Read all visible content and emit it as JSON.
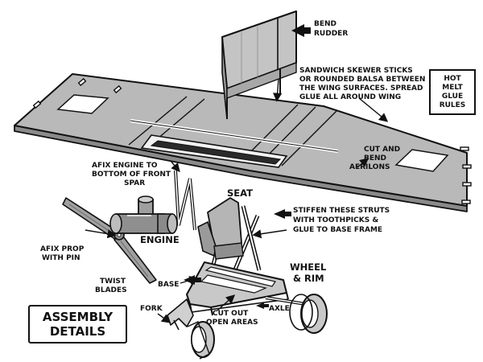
{
  "colors": {
    "outline": "#111111",
    "wing_fill": "#b9b9b9",
    "rudder_fill": "#c4c4c4",
    "part_fill": "#a8a8a8",
    "highlight": "#ffffff"
  },
  "labels": {
    "bend_rudder_1": "BEND",
    "bend_rudder_2": "RUDDER",
    "sandwich_1": "SANDWICH SKEWER STICKS",
    "sandwich_2": "OR ROUNDED BALSA BETWEEN",
    "sandwich_3": "THE WING SURFACES. SPREAD",
    "sandwich_4": "GLUE ALL AROUND WING",
    "hot_melt": "HOT\nMELT\nGLUE\nRULES",
    "afix_engine_1": "AFIX ENGINE TO",
    "afix_engine_2": "BOTTOM OF FRONT",
    "afix_engine_3": "SPAR",
    "cut_bend_1": "CUT AND",
    "cut_bend_2": "BEND",
    "cut_bend_3": "AERILONS",
    "seat": "SEAT",
    "stiffen_1": "STIFFEN THESE STRUTS",
    "stiffen_2": "WITH TOOTHPICKS &",
    "stiffen_3": "GLUE TO BASE FRAME",
    "engine": "ENGINE",
    "afix_prop_1": "AFIX PROP",
    "afix_prop_2": "WITH PIN",
    "twist_1": "TWIST",
    "twist_2": "BLADES",
    "base": "BASE",
    "wheel_1": "WHEEL",
    "wheel_2": "& RIM",
    "axle": "AXLE",
    "fork": "FORK",
    "cut_out_1": "CUT OUT",
    "cut_out_2": "OPEN AREAS",
    "assembly": "ASSEMBLY\nDETAILS"
  }
}
